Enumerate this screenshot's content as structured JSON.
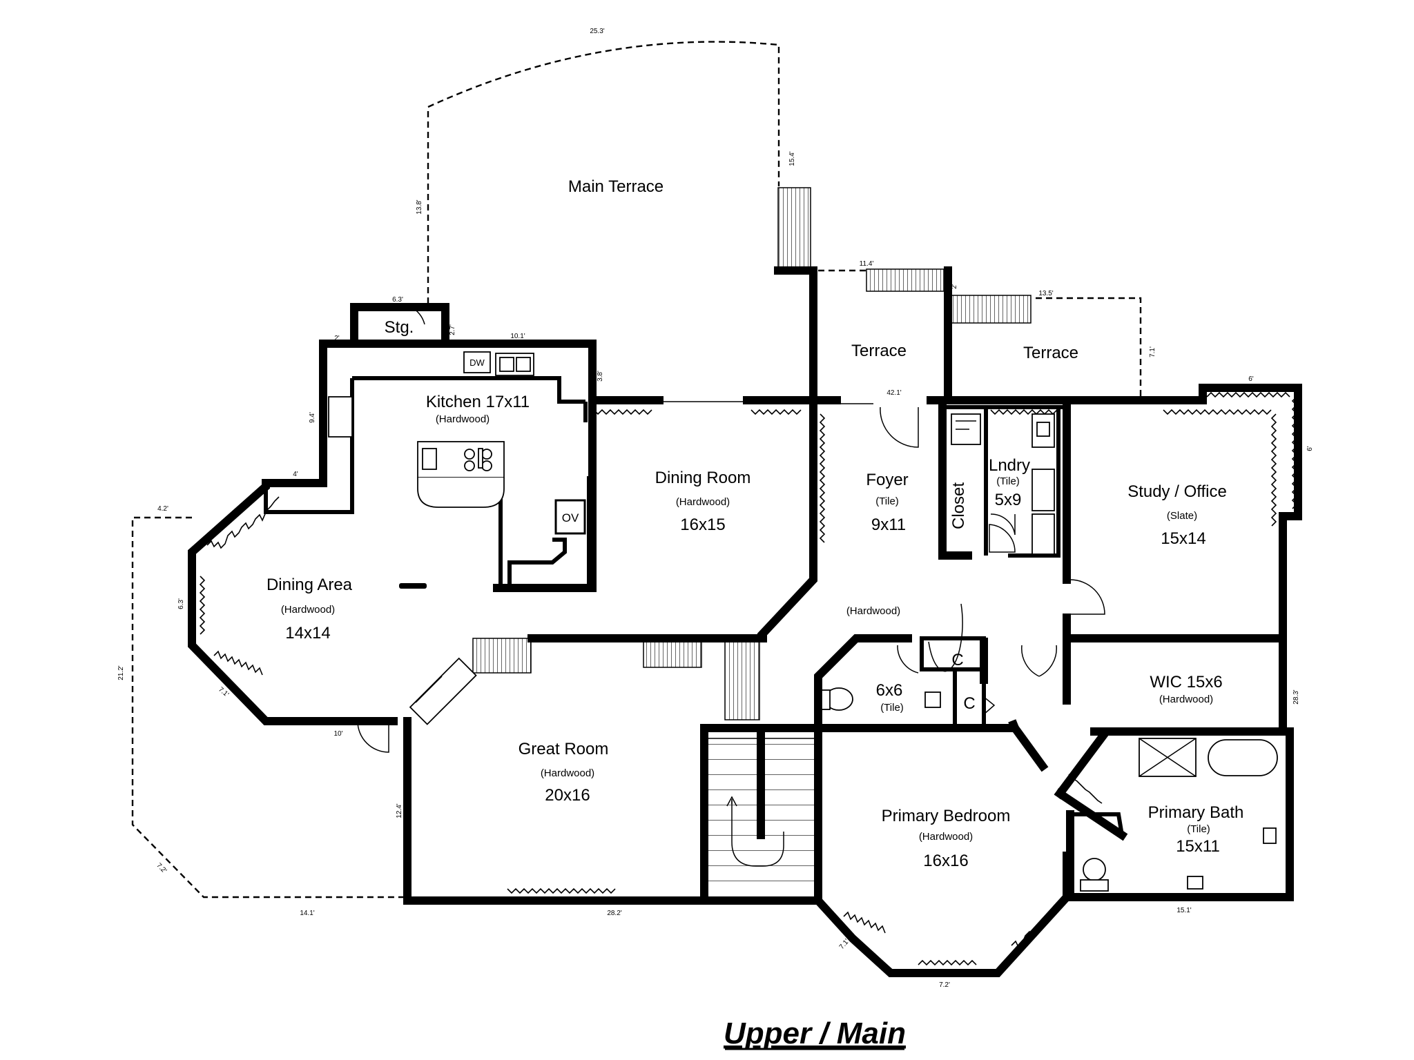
{
  "plan": {
    "title": "Upper / Main",
    "rooms": {
      "main_terrace": {
        "name": "Main Terrace"
      },
      "stg": {
        "name": "Stg."
      },
      "kitchen": {
        "name": "Kitchen 17x11",
        "floor": "(Hardwood)"
      },
      "dining_room": {
        "name": "Dining Room",
        "floor": "(Hardwood)",
        "size": "16x15"
      },
      "dining_area": {
        "name": "Dining Area",
        "floor": "(Hardwood)",
        "size": "14x14"
      },
      "terrace_left": {
        "name": "Terrace"
      },
      "terrace_right": {
        "name": "Terrace"
      },
      "foyer": {
        "name": "Foyer",
        "floor": "(Tile)",
        "size": "9x11"
      },
      "closet": {
        "name": "Closet"
      },
      "laundry": {
        "name": "Lndry",
        "floor": "(Tile)",
        "size": "5x9"
      },
      "study": {
        "name": "Study / Office",
        "floor": "(Slate)",
        "size": "15x14"
      },
      "hall": {
        "floor": "(Hardwood)"
      },
      "c1": {
        "name": "C"
      },
      "c2": {
        "name": "C"
      },
      "half_bath": {
        "name": "6x6",
        "floor": "(Tile)"
      },
      "wic": {
        "name": "WIC  15x6",
        "floor": "(Hardwood)"
      },
      "great_room": {
        "name": "Great Room",
        "floor": "(Hardwood)",
        "size": "20x16"
      },
      "primary_bedroom": {
        "name": "Primary Bedroom",
        "floor": "(Hardwood)",
        "size": "16x16"
      },
      "primary_bath": {
        "name": "Primary Bath",
        "floor": "(Tile)",
        "size": "15x11"
      }
    },
    "fixtures": {
      "dishwasher": "DW",
      "oven": "OV"
    },
    "dimensions": {
      "d_25_3": "25.3'",
      "d_15_4": "15.4'",
      "d_13_8": "13.8'",
      "d_6_3": "6.3'",
      "d_2a": "2'",
      "d_2_7": "2.7'",
      "d_10_1": "10.1'",
      "d_3_8": "3.8'",
      "d_9_4": "9.4'",
      "d_4a": "4'",
      "d_4_2": "4.2'",
      "d_6_3b": "6.3'",
      "d_21_2": "21.2'",
      "d_7_1": "7.1'",
      "d_10b": "10'",
      "d_12_4": "12.4'",
      "d_7_2a": "7.2'",
      "d_14_1": "14.1'",
      "d_28_2": "28.2'",
      "d_11_4": "11.4'",
      "d_2b": "2'",
      "d_13_5": "13.5'",
      "d_7_1b": "7.1'",
      "d_42_1": "42.1'",
      "d_6c": "6'",
      "d_6d": "6'",
      "d_28_3": "28.3'",
      "d_7_1c": "7.1'",
      "d_7_2b": "7.2'",
      "d_15_1": "15.1'"
    }
  }
}
